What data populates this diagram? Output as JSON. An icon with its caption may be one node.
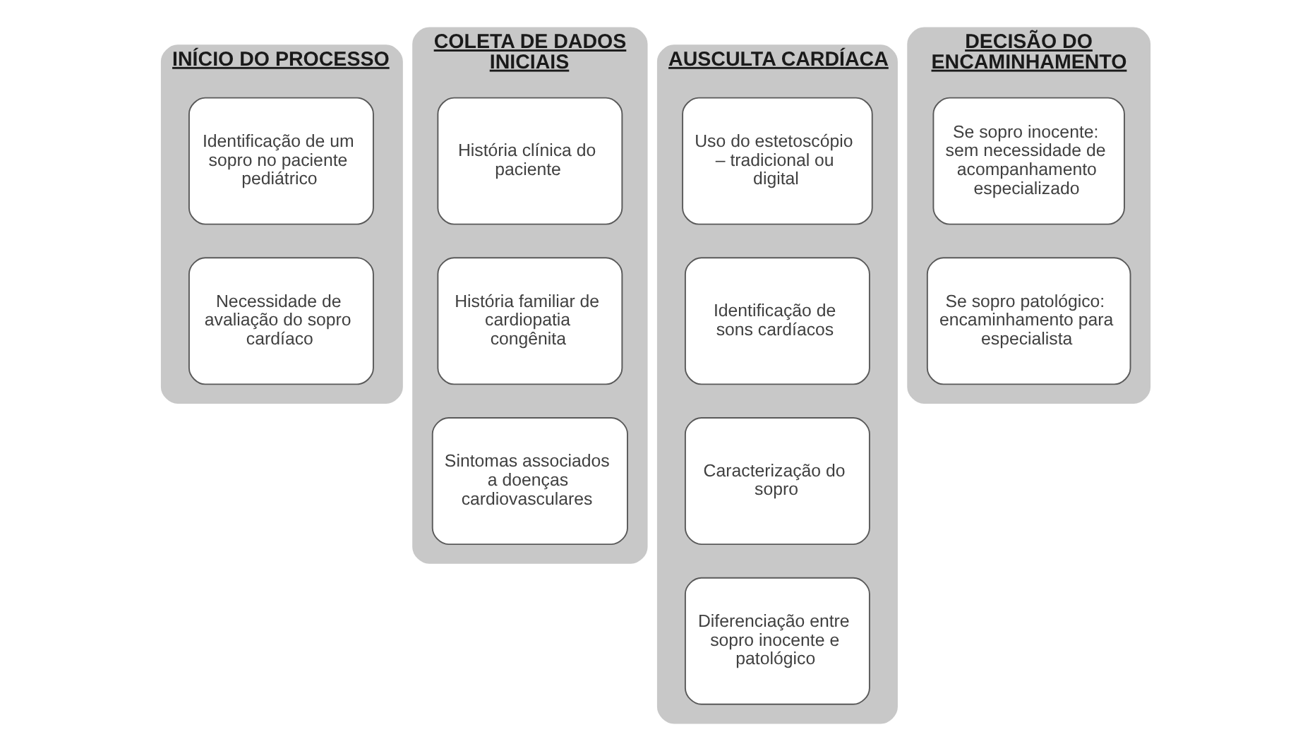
{
  "diagram": {
    "nodes": [
      {
        "text": [
          "INÍCIO DO PROCESSO"
        ]
      },
      {
        "text": [
          "Identificação de um sopro no paciente pediátrico"
        ],
        "in": 0
      },
      {
        "text": [
          "Necessidade de avaliação do sopro cardíaco"
        ],
        "in": 0
      },
      {
        "text": [
          "COLETA DE DADOS INICIAIS"
        ]
      },
      {
        "text": [
          "História clínica do paciente"
        ],
        "in": 3
      },
      {
        "text": [
          "História familiar de cardiopatia congênita"
        ],
        "in": 3
      },
      {
        "text": [
          "Sintomas associados a doenças cardiovasculares"
        ],
        "in": 3
      },
      {
        "text": [
          "AUSCULTA CARDÍACA"
        ]
      },
      {
        "text": [
          "Uso do estetoscópio – tradicional ou digital"
        ],
        "in": 7
      },
      {
        "text": [
          "Identificação de sons cardíacos"
        ],
        "in": 7
      },
      {
        "text": [
          "Caracterização do sopro"
        ],
        "in": 7
      },
      {
        "text": [
          "Diferenciação entre sopro inocente e patológico"
        ],
        "in": 7
      },
      {
        "text": [
          "DECISÃO DO ENCAMINHAMENTO"
        ]
      },
      {
        "text": [
          "Se sopro inocente: sem necessidade de acompanhamento especializado"
        ],
        "in": 12
      },
      {
        "text": [
          "Se sopro patológico: encaminhamento para especialista"
        ],
        "in": 12
      }
    ]
  }
}
